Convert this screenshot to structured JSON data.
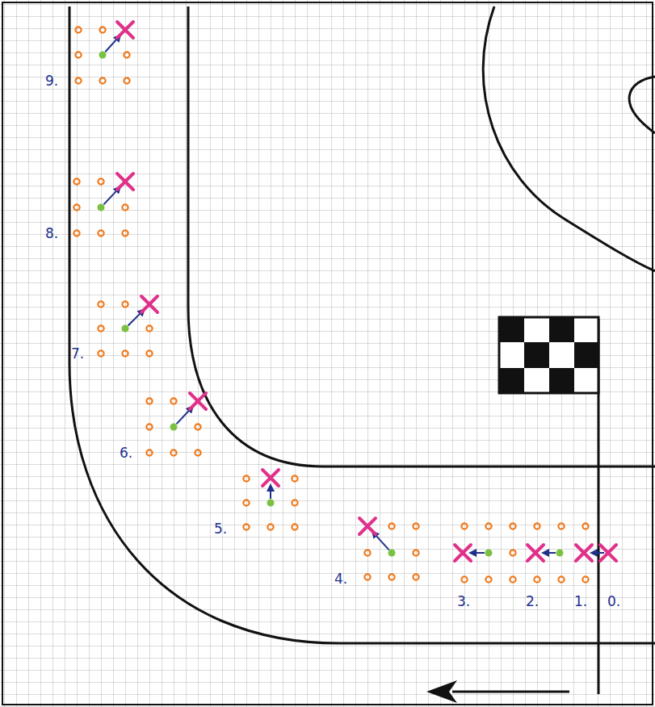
{
  "diagram": {
    "labels": [
      "9.",
      "8.",
      "7.",
      "6.",
      "5.",
      "4.",
      "3.",
      "2.",
      "1.",
      "0."
    ]
  }
}
